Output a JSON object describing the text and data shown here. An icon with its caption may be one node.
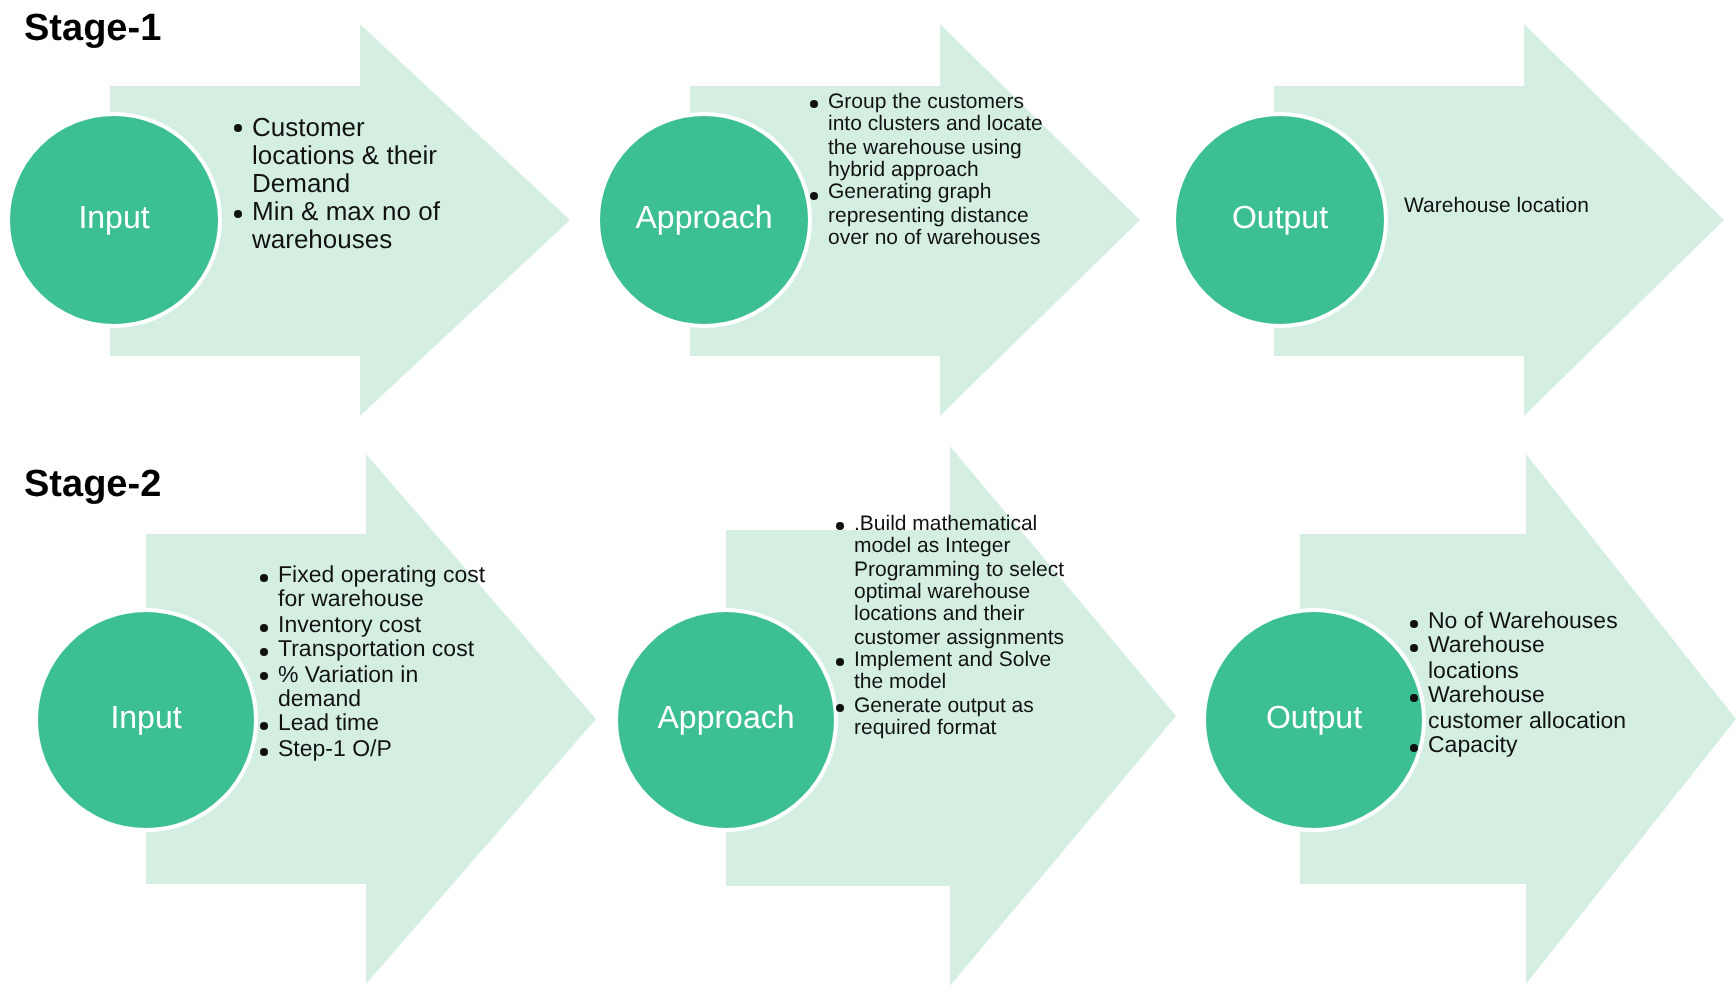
{
  "diagram": {
    "nodes": [
      {
        "text": [
          "Input"
        ]
      },
      {
        "text": [
          "Customer locations & their Demand",
          "Min & max no of warehouses"
        ]
      },
      {
        "text": [
          "Approach"
        ]
      },
      {
        "text": [
          "Group the customers into clusters and locate the warehouse using hybrid approach",
          "Generating graph representing distance over no of warehouses"
        ]
      },
      {
        "text": [
          "Output"
        ]
      },
      {
        "text": [
          "Warehouse location"
        ]
      },
      {
        "text": [
          "Input"
        ]
      },
      {
        "text": [
          "Fixed operating cost for warehouse",
          "Inventory cost",
          "Transportation cost",
          "% Variation in demand",
          "Lead time",
          "Step-1 O/P"
        ]
      },
      {
        "text": [
          "Approach"
        ]
      },
      {
        "text": [
          ".Build mathematical model as Integer Programming to select optimal warehouse locations and their customer assignments",
          "Implement and Solve the model",
          "Generate output as required format"
        ]
      },
      {
        "text": [
          "Output"
        ]
      },
      {
        "text": [
          "No of Warehouses",
          "Warehouse locations",
          "Warehouse customer allocation",
          "Capacity"
        ]
      }
    ],
    "labels": [
      "Stage-1",
      "Stage-2"
    ]
  }
}
